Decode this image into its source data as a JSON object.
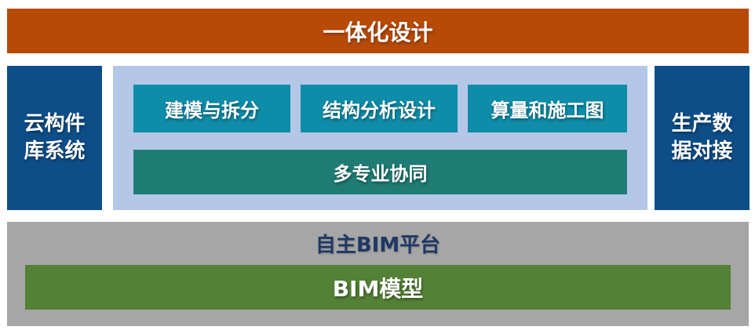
{
  "colors": {
    "banner_bg": "#B84A08",
    "side_box_bg": "#0D4E89",
    "container_bg": "#B4C7E7",
    "teal_box_bg": "#0E8CA8",
    "wide_box_bg": "#1E7C74",
    "bottom_bg": "#A6A6A6",
    "green_box_bg": "#538135",
    "navy_text": "#1F3864",
    "white_text": "#FFFFFF"
  },
  "banner": {
    "label": "一体化设计"
  },
  "left_panel": {
    "label": "云构件库系统"
  },
  "right_panel": {
    "label": "生产数据对接"
  },
  "design_modules": {
    "items": [
      {
        "label": "建模与拆分"
      },
      {
        "label": "结构分析设计"
      },
      {
        "label": "算量和施工图"
      }
    ],
    "collaboration": {
      "label": "多专业协同"
    }
  },
  "platform": {
    "label": "自主BIM平台",
    "model": {
      "label": "BIM模型"
    }
  }
}
